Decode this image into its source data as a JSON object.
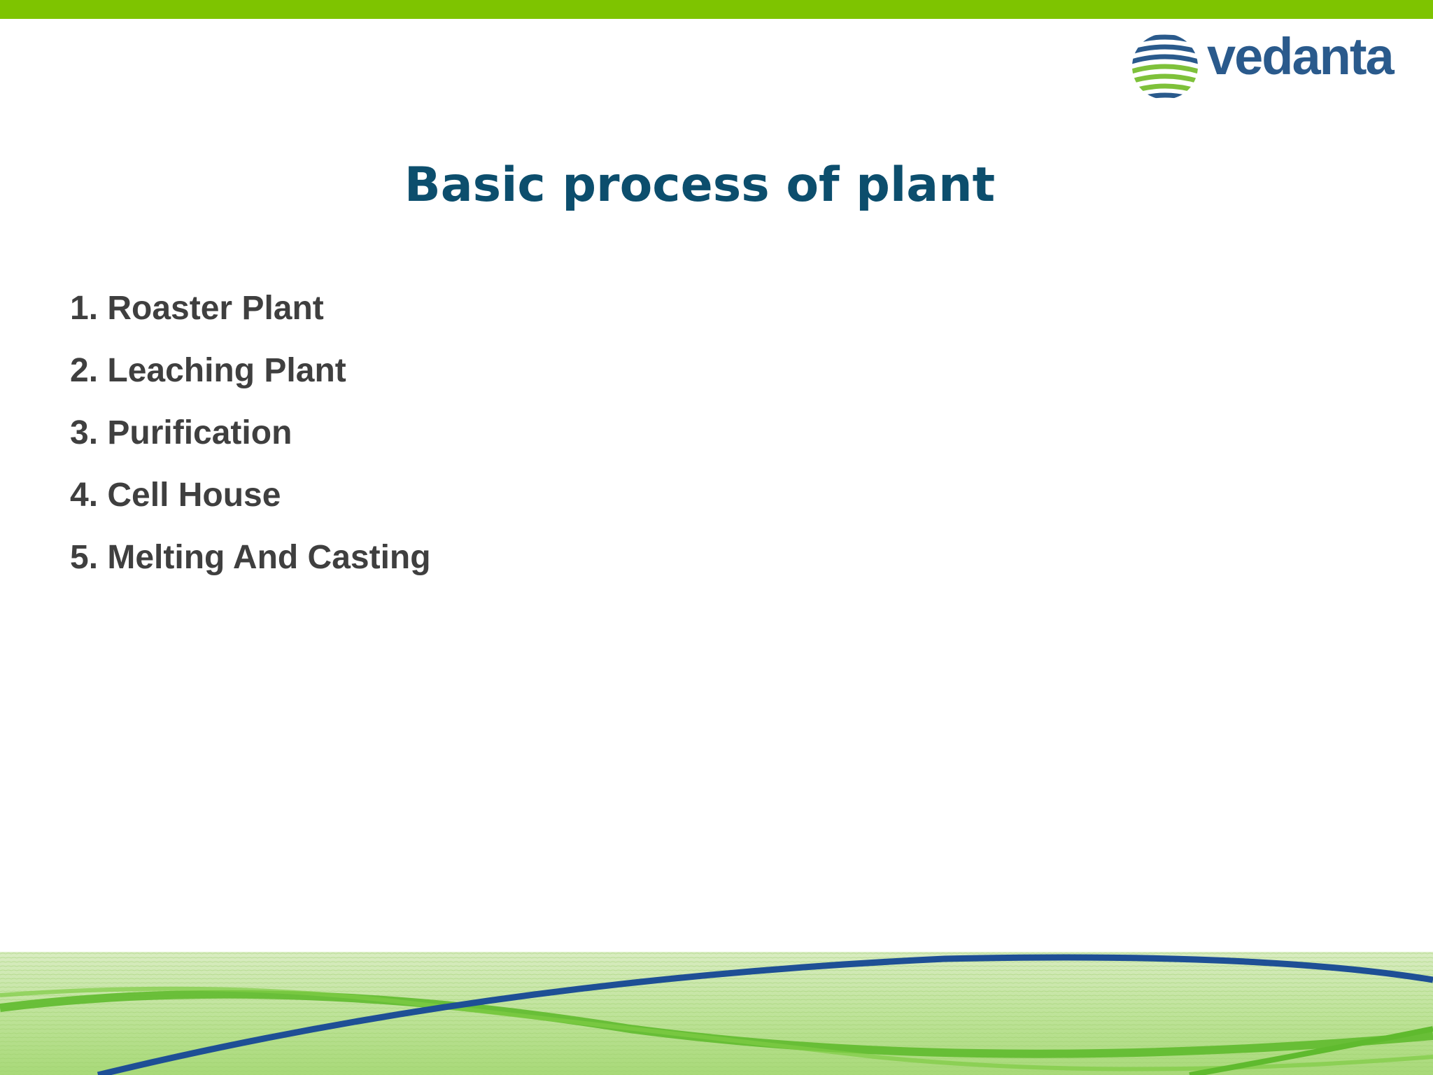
{
  "colors": {
    "top_bar": "#7ec400",
    "title": "#0c4e6d",
    "body_text": "#3f3f3f",
    "logo_blue": "#2a5a8c",
    "logo_green": "#7ec13a",
    "wave_blue": "#1e4f95",
    "wave_green": "#6cc23a"
  },
  "logo": {
    "text": "vedanta",
    "icon": "vedanta-logo-mark"
  },
  "slide": {
    "title": "Basic process of plant",
    "items": [
      "1. Roaster Plant",
      "2. Leaching Plant",
      "3. Purification",
      "4. Cell House",
      "5. Melting And Casting"
    ]
  }
}
